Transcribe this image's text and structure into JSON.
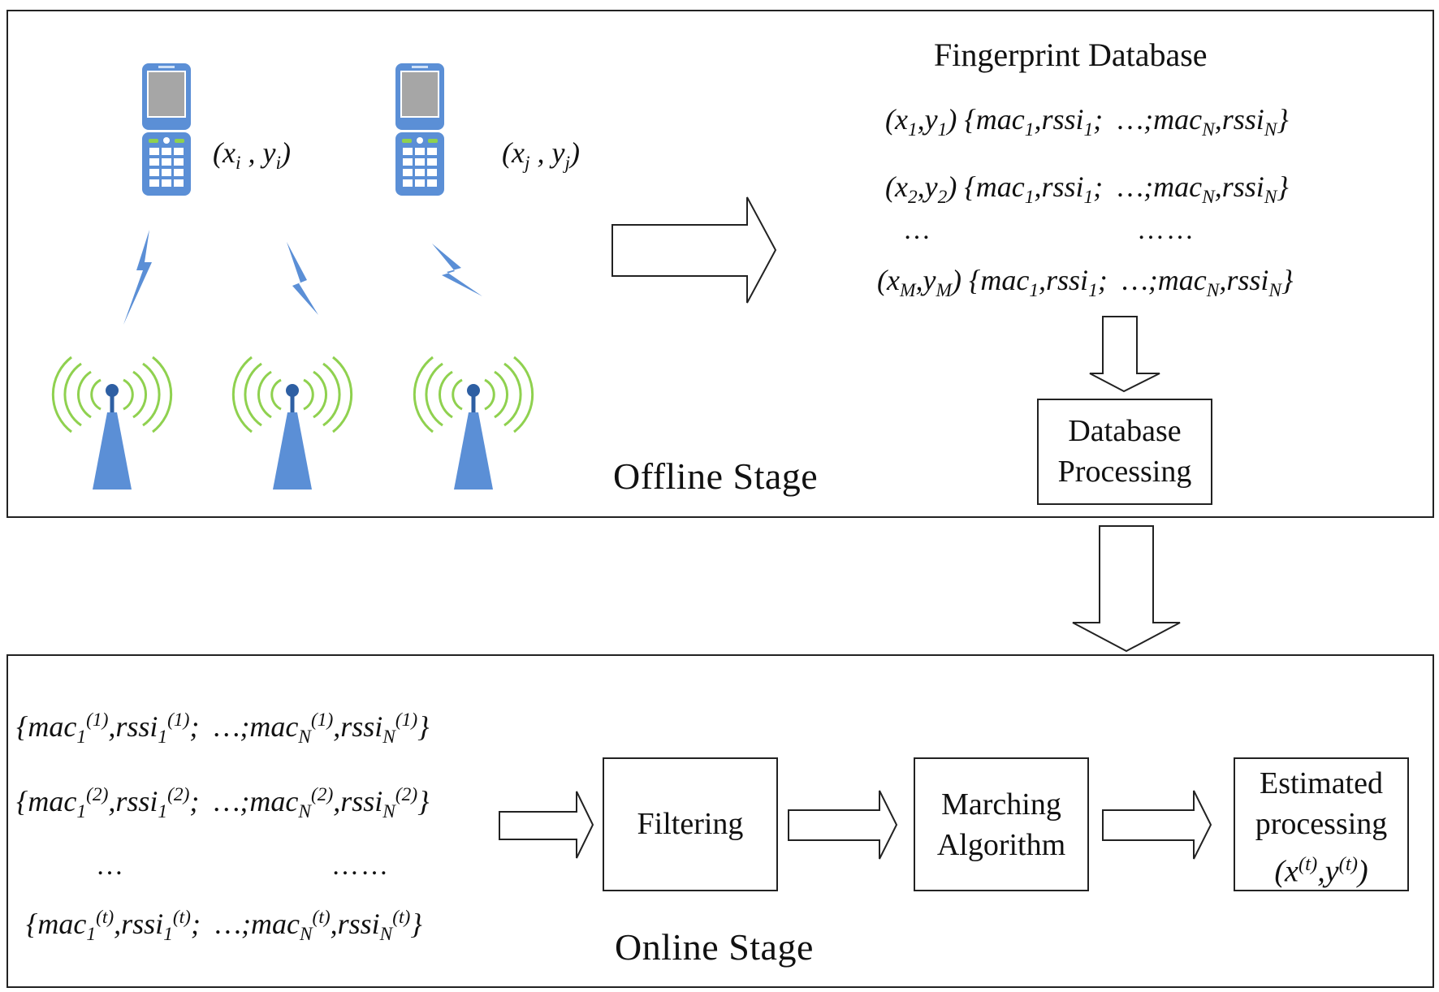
{
  "offline": {
    "stage_label": "Offline Stage",
    "phone_i_coord": "(x_i , y_i)",
    "phone_j_coord": "(x_j , y_j)",
    "database_title": "Fingerprint Database",
    "db_rows": [
      "(x1,y1) {mac1,rssi1; …;macN,rssiN}",
      "(x2,y2) {mac1,rssi1; …;macN,rssiN}",
      "(xM,yM) {mac1,rssi1; …;macN,rssiN}"
    ],
    "db_ellipsis_left": "…",
    "db_ellipsis_right": "……",
    "processing_box": {
      "line1": "Database",
      "line2": "Processing"
    }
  },
  "online": {
    "stage_label": "Online Stage",
    "measurements": [
      "{mac1(1),rssi1(1); …;macN(1),rssiN(1)}",
      "{mac1(2),rssi1(2); …;macN(2),rssiN(2)}",
      "{mac1(t),rssi1(t); …;macN(t),rssiN(t)}"
    ],
    "ellipsis_left": "…",
    "ellipsis_right": "……",
    "filtering_box": "Filtering",
    "matching_box": {
      "line1": "Marching",
      "line2": "Algorithm"
    },
    "estimated_box": {
      "line1": "Estimated",
      "line2": "processing",
      "line3": "(x(t),y(t))"
    }
  },
  "colors": {
    "device_blue": "#5b8fd6",
    "signal_green": "#8fd14f",
    "screen_gray": "#a6a6a6"
  }
}
